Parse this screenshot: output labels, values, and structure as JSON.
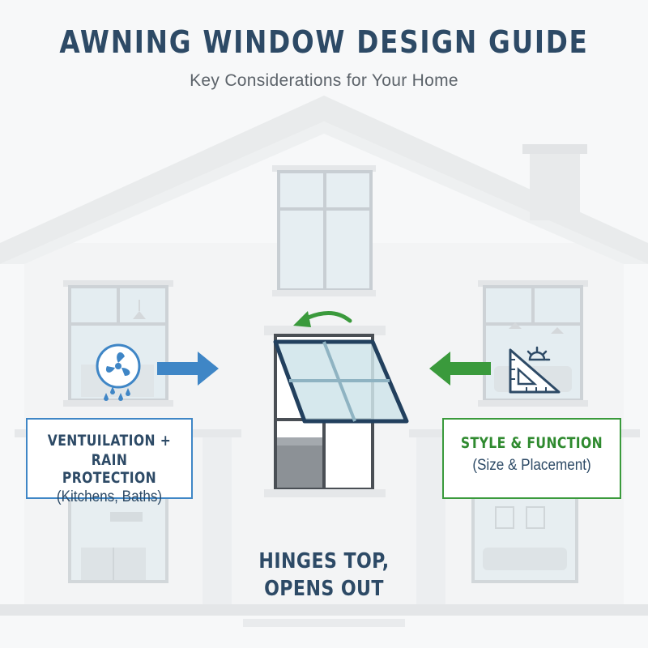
{
  "title": "AWNING WINDOW DESIGN GUIDE",
  "subtitle": "Key Considerations for Your Home",
  "left_callout": {
    "line1": "VENTUILATION +",
    "line2": "RAIN PROTECTION",
    "line3": "(Kitchens, Baths)",
    "icon": "fan-icon",
    "color": "#3f86c6"
  },
  "right_callout": {
    "line1": "STYLE & FUNCTION",
    "line2": "(Size & Placement)",
    "icon": "ruler-triangle-sun-icon",
    "color": "#3a9a3c"
  },
  "center_label": {
    "line1": "HINGES TOP,",
    "line2": "OPENS OUT"
  },
  "colors": {
    "title": "#2d4a66",
    "window_frame": "#2d4a66",
    "accent_blue": "#3f86c6",
    "accent_green": "#3a9a3c"
  }
}
